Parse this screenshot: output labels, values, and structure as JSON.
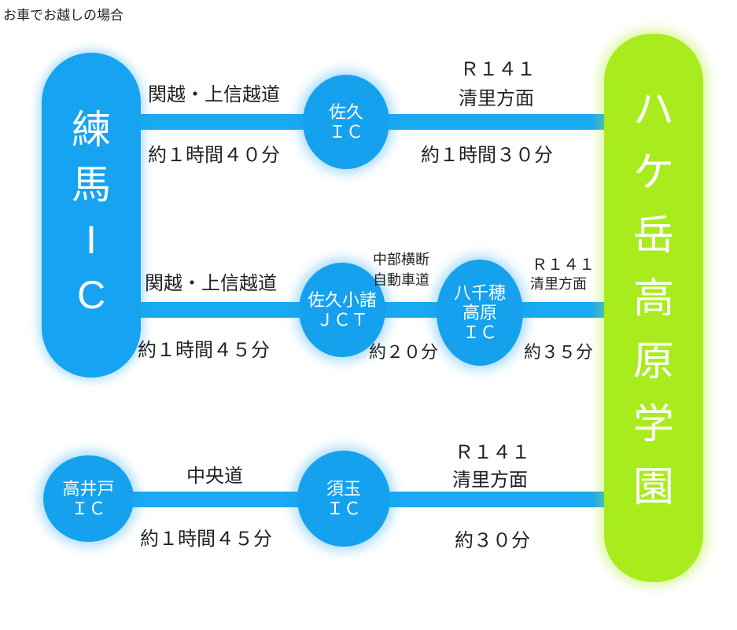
{
  "header": "お車でお越しの場合",
  "origins": {
    "nerima": [
      "練",
      "馬",
      "I",
      "C"
    ],
    "takaido": [
      "高井戸",
      "ＩＣ"
    ]
  },
  "destination": [
    "ハ",
    "ケ",
    "岳",
    "高",
    "原",
    "学",
    "園"
  ],
  "nodes": {
    "saku_ic": [
      "佐久",
      "ＩＣ"
    ],
    "sakukomoro_jct": [
      "佐久小諸",
      "ＪＣＴ"
    ],
    "yachiho_ic": [
      "八千穂",
      "高原",
      "ＩＣ"
    ],
    "sudama_ic": [
      "須玉",
      "ＩＣ"
    ]
  },
  "route1": {
    "seg1_road": "関越・上信越道",
    "seg1_time": "約１時間４０分",
    "seg2_road_1": "Ｒ１４１",
    "seg2_road_2": "清里方面",
    "seg2_time": "約１時間３０分"
  },
  "route2": {
    "seg1_road": "関越・上信越道",
    "seg1_time": "約１時間４５分",
    "seg2_road_1": "中部横断",
    "seg2_road_2": "自動車道",
    "seg2_time": "約２０分",
    "seg3_road_1": "Ｒ１４１",
    "seg3_road_2": "清里方面",
    "seg3_time": "約３５分"
  },
  "route3": {
    "seg1_road": "中央道",
    "seg1_time": "約１時間４５分",
    "seg2_road_1": "Ｒ１４１",
    "seg2_road_2": "清里方面",
    "seg2_time": "約３０分"
  },
  "colors": {
    "blue": "#16a3f1",
    "green": "#a9ec1e"
  }
}
